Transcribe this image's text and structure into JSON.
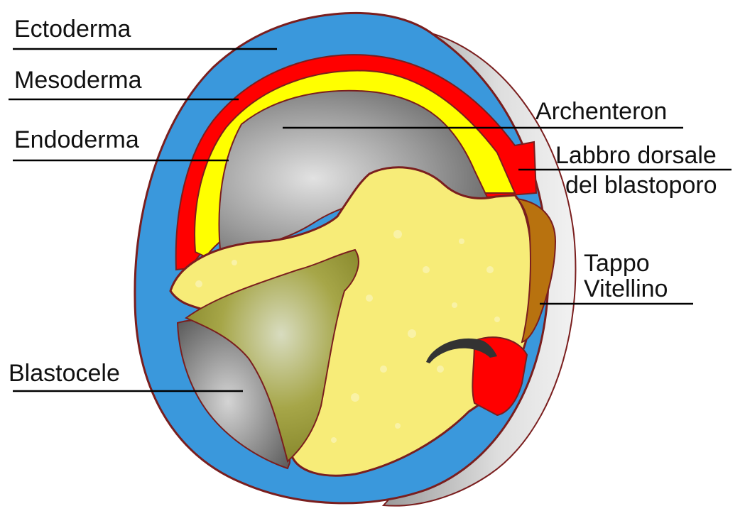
{
  "labels": {
    "ectoderma": "Ectoderma",
    "mesoderma": "Mesoderma",
    "endoderma": "Endoderma",
    "archenteron": "Archenteron",
    "labbro_line1": "Labbro dorsale",
    "labbro_line2": "del blastoporo",
    "tappo_line1": "Tappo",
    "tappo_line2": "Vitellino",
    "blastocele": "Blastocele"
  },
  "colors": {
    "ectoderm": "#3a98dc",
    "mesoderm": "#ff0000",
    "endoderm": "#ffff00",
    "yolk": "#f7ec78",
    "yolk_plug": "#b8720f",
    "cavity": "#909090",
    "blastocoel_inner": "#9a9a3c",
    "outline": "#7a1e1e",
    "outer_gray": "#c8c8c8"
  }
}
